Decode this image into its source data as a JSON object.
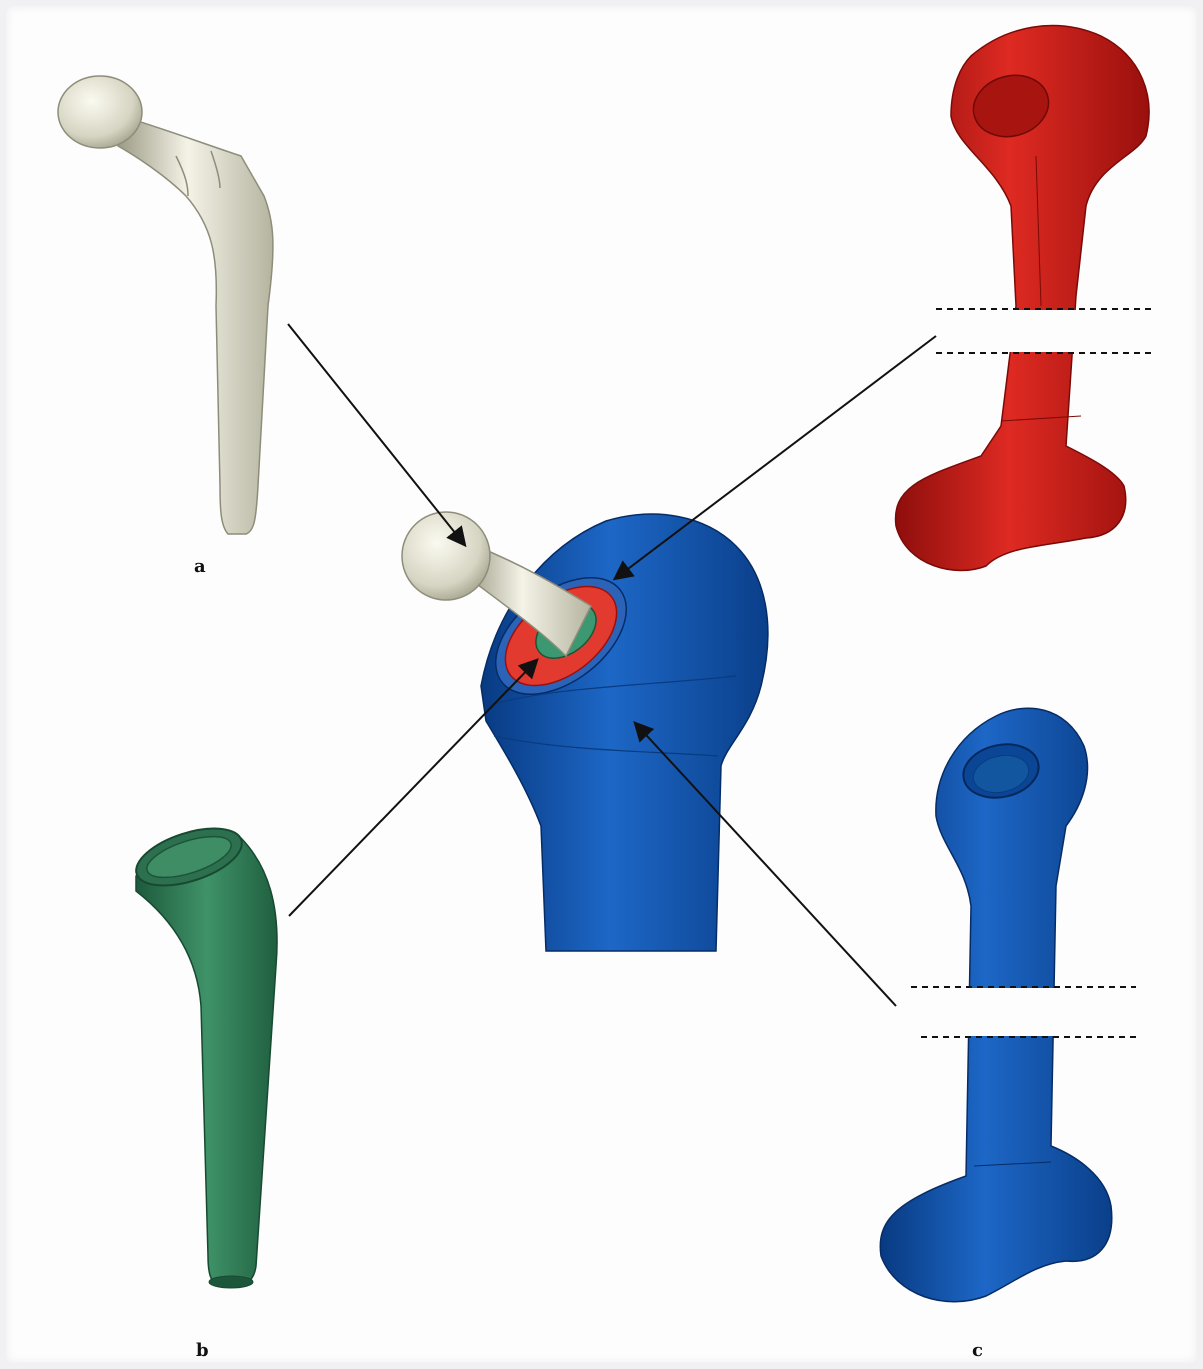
{
  "labels": {
    "a": "a",
    "b": "b",
    "c": "c"
  },
  "parts": {
    "implant_stem": {
      "color": "#e0dfd0"
    },
    "cement_mantle": {
      "color": "#2e7a55"
    },
    "cancellous_bone": {
      "color": "#c41a16"
    },
    "cortical_bone": {
      "color": "#0d4fa8"
    }
  }
}
